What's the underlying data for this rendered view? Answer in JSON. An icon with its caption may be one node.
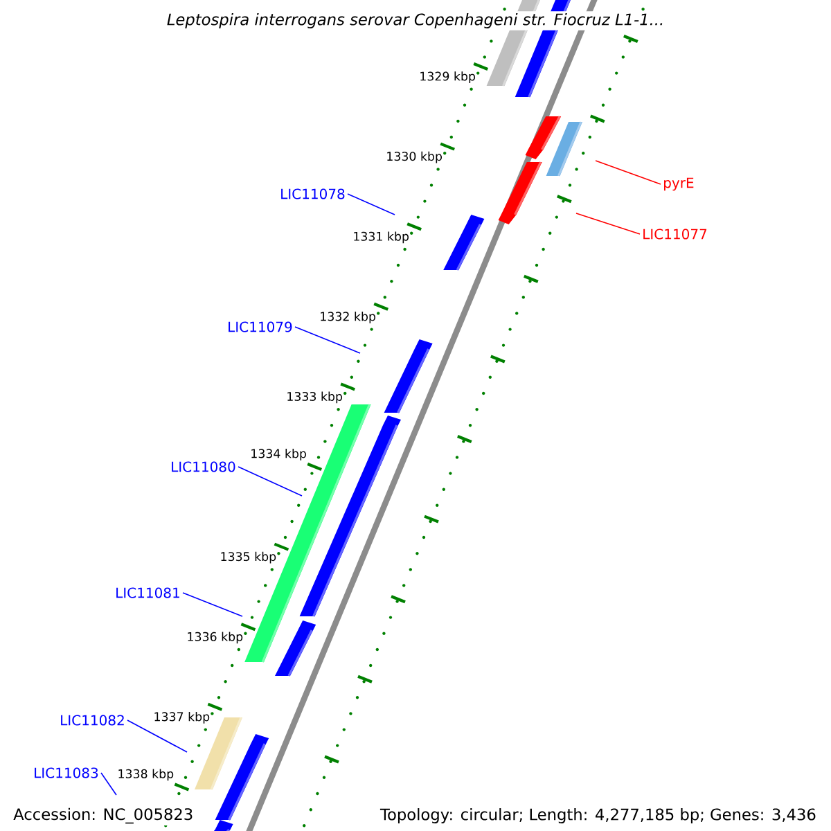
{
  "diagram": {
    "title": "Leptospira interrogans serovar Copenhageni str. Fiocruz L1-1...",
    "nodes": [
      {
        "text": [
          "LIC11078"
        ]
      },
      {
        "text": [
          "LIC11079"
        ]
      },
      {
        "text": [
          "LIC11080"
        ]
      },
      {
        "text": [
          "LIC11081"
        ]
      },
      {
        "text": [
          "LIC11082"
        ]
      },
      {
        "text": [
          "LIC11083"
        ]
      },
      {
        "text": [
          "pyrE"
        ]
      },
      {
        "text": [
          "LIC11077"
        ]
      }
    ],
    "edges": [
      {
        "from": 0,
        "to": null,
        "arrow": "none"
      },
      {
        "from": 1,
        "to": null,
        "arrow": "none"
      },
      {
        "from": 2,
        "to": null,
        "arrow": "none"
      },
      {
        "from": 3,
        "to": null,
        "arrow": "none"
      },
      {
        "from": 4,
        "to": null,
        "arrow": "none"
      },
      {
        "from": 5,
        "to": null,
        "arrow": "none"
      },
      {
        "from": 6,
        "to": null,
        "arrow": "none",
        "color": "#ff0000"
      },
      {
        "from": 7,
        "to": null,
        "arrow": "none",
        "color": "#ff0000"
      }
    ],
    "labels": [
      "1329 kbp",
      "1330 kbp",
      "1331 kbp",
      "1332 kbp",
      "1333 kbp",
      "1334 kbp",
      "1335 kbp",
      "1336 kbp",
      "1337 kbp",
      "1338 kbp",
      "Accession: NC_005823",
      "Topology: circular; Length: 4,277,185 bp; Genes: 3,436"
    ]
  }
}
